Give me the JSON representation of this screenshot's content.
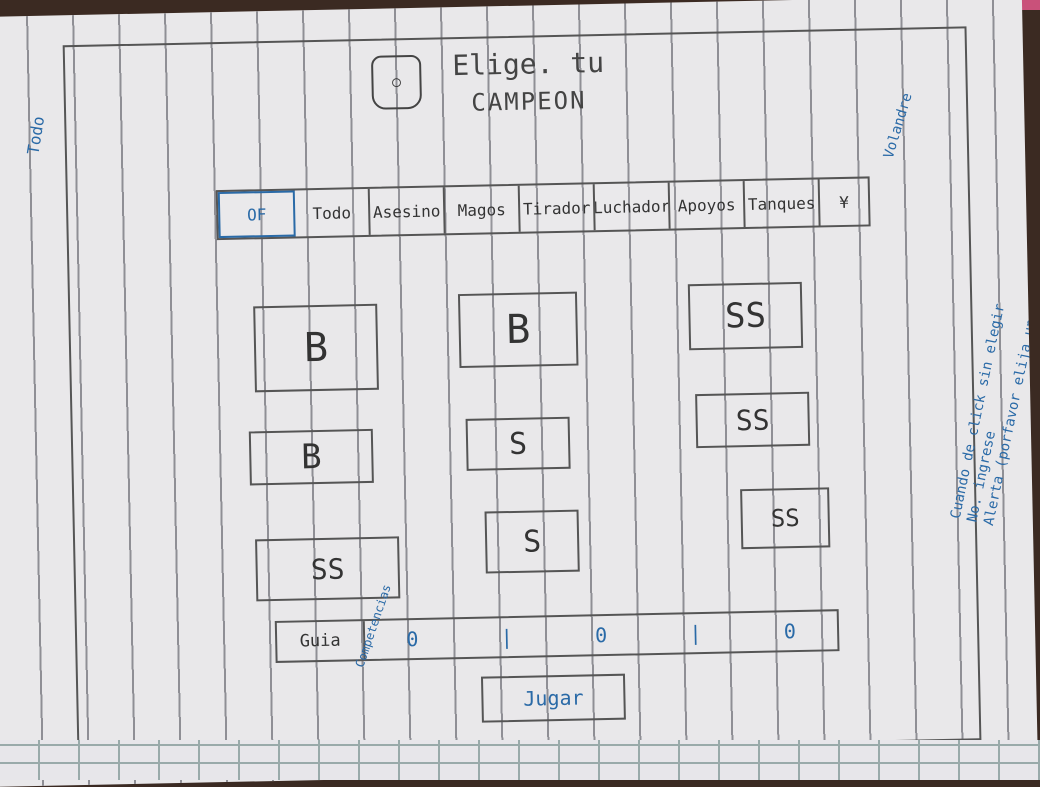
{
  "header": {
    "title_line1": "Elige. tu",
    "title_line2": "CAMPEON"
  },
  "tabs": [
    {
      "label": "OF",
      "selected": true
    },
    {
      "label": "Todo",
      "selected": false
    },
    {
      "label": "Asesino",
      "selected": false
    },
    {
      "label": "Magos",
      "selected": false
    },
    {
      "label": "Tirador",
      "selected": false
    },
    {
      "label": "Luchador",
      "selected": false
    },
    {
      "label": "Apoyos",
      "selected": false
    },
    {
      "label": "Tanques",
      "selected": false
    },
    {
      "label": "¥",
      "selected": false
    }
  ],
  "cards": [
    {
      "label": "B"
    },
    {
      "label": "B"
    },
    {
      "label": "SS"
    },
    {
      "label": "B"
    },
    {
      "label": "S"
    },
    {
      "label": "SS"
    },
    {
      "label": "SS"
    },
    {
      "label": "S"
    },
    {
      "label": "SS"
    }
  ],
  "bottom": {
    "guide_label": "Guia",
    "guide_marks": [
      "0",
      "|",
      "0",
      "|",
      "0"
    ],
    "play_button": "Jugar"
  },
  "annotations": {
    "left_top": "Todo",
    "right_top": "Volandre",
    "left_bottom": "Competencias",
    "notes": [
      "Cuando de click sin elegir",
      "No. ingrese",
      "Alerta (porfavor elija un campeon)"
    ]
  },
  "colors": {
    "pencil": "#555555",
    "blue_ink": "#2a6aa7",
    "paper": "#e9e8ea"
  }
}
